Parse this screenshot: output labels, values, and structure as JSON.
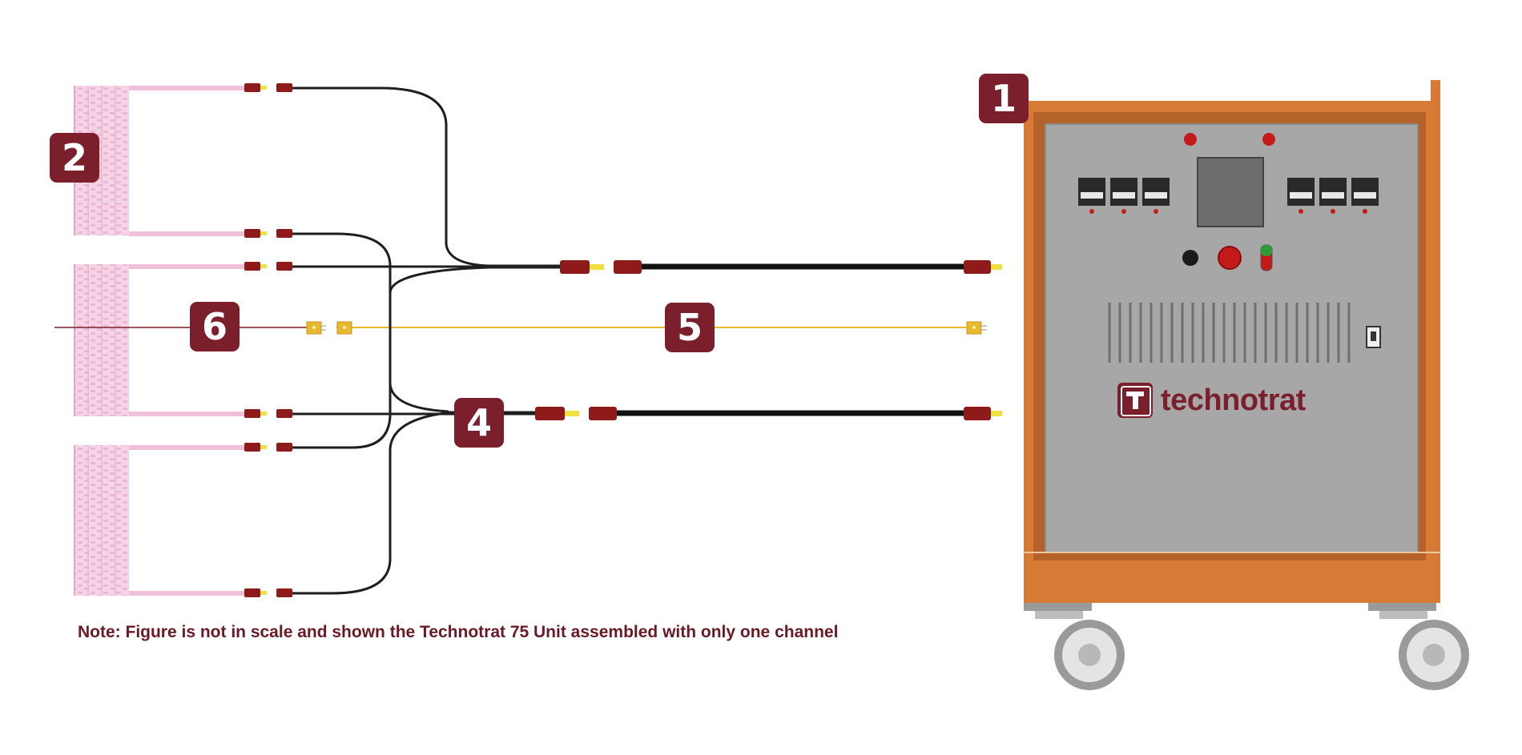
{
  "callouts": {
    "unit": "1",
    "heating_pads": "2",
    "splitter_cable": "4",
    "thermocouple_extension": "5",
    "thermocouple": "6"
  },
  "brand": {
    "name": "technotrat"
  },
  "note": "Note: Figure is not in scale and shown the Technotrat 75 Unit assembled with only one channel",
  "colors": {
    "badge": "#7a1f2b",
    "cabinet_frame": "#d67a35",
    "panel": "#a7a7a7",
    "cable": "#1e1e1e",
    "connector": "#8e1a1a",
    "thermocouple_wire": "#e8b830",
    "heating_pad": "#f2c6dc"
  },
  "icons": [
    "emergency-stop-icon",
    "power-switch-icon",
    "indicator-lamp-icon",
    "usb-port-icon",
    "caster-wheel-icon"
  ]
}
